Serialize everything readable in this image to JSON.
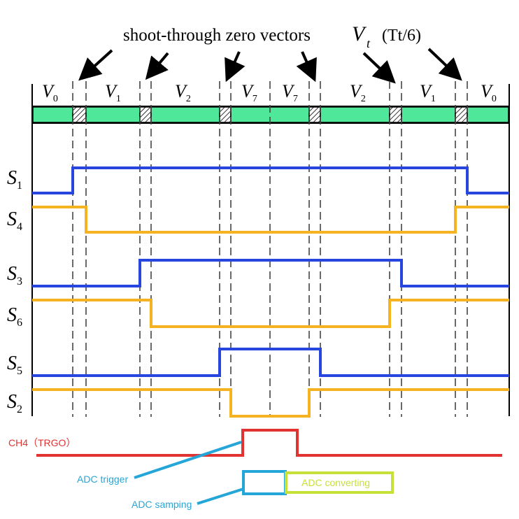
{
  "header": {
    "text": "shoot-through zero vectors",
    "vt_symbol": "V",
    "vt_sub": "t",
    "vt_time": "(Tt/6)"
  },
  "segments": [
    {
      "main": "V",
      "sub": "0"
    },
    {
      "main": "V",
      "sub": "1"
    },
    {
      "main": "V",
      "sub": "2"
    },
    {
      "main": "V",
      "sub": "7"
    },
    {
      "main": "V",
      "sub": "7"
    },
    {
      "main": "V",
      "sub": "2"
    },
    {
      "main": "V",
      "sub": "1"
    },
    {
      "main": "V",
      "sub": "0"
    }
  ],
  "signals": [
    {
      "main": "S",
      "sub": "1"
    },
    {
      "main": "S",
      "sub": "4"
    },
    {
      "main": "S",
      "sub": "3"
    },
    {
      "main": "S",
      "sub": "6"
    },
    {
      "main": "S",
      "sub": "5"
    },
    {
      "main": "S",
      "sub": "2"
    }
  ],
  "annotations": {
    "ch4": "CH4（TRGO）",
    "adc_trigger": "ADC trigger",
    "adc_sampling": "ADC samping",
    "adc_converting": "ADC converting"
  },
  "colors": {
    "bar_fill": "#4fe89a",
    "blue": "#2746e0",
    "orange": "#f5b321",
    "red": "#e23333",
    "cyan": "#25a6d8",
    "lime": "#c8e03a",
    "dash": "#444444"
  }
}
